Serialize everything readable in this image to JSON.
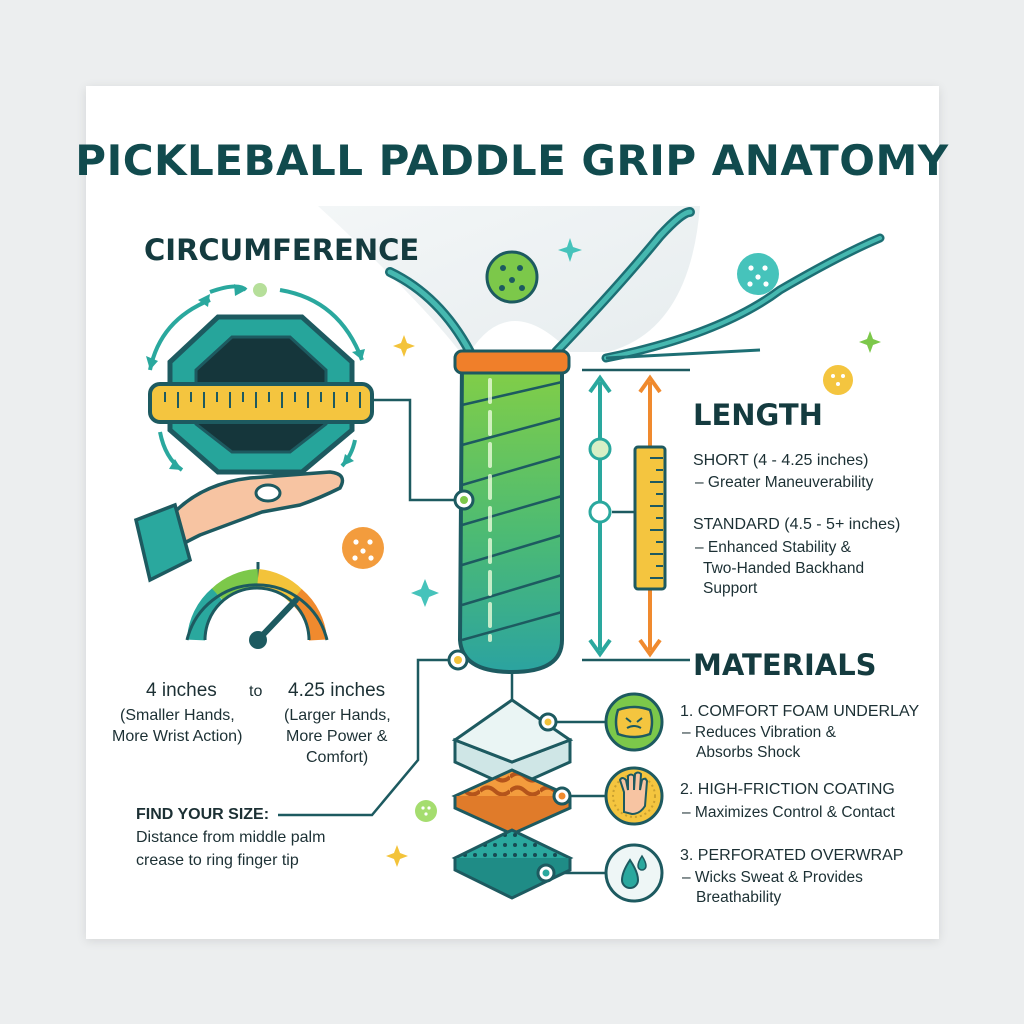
{
  "title": "PICKLEBALL PADDLE GRIP ANATOMY",
  "circumference": {
    "heading": "CIRCUMFERENCE",
    "min_size": "4 inches",
    "connector": "to",
    "max_size": "4.25 inches",
    "min_note_line1": "(Smaller Hands,",
    "min_note_line2": "More Wrist Action)",
    "max_note_line1": "(Larger Hands,",
    "max_note_line2": "More Power &",
    "max_note_line3": "Comfort)",
    "find_heading": "FIND YOUR SIZE:",
    "find_line1": "Distance from middle palm",
    "find_line2": "crease to ring finger tip"
  },
  "length": {
    "heading": "LENGTH",
    "short_label": "SHORT (4 - 4.25 inches)",
    "short_note": "– Greater Maneuverability",
    "standard_label": "STANDARD (4.5 - 5+ inches)",
    "standard_note_line1": "– Enhanced Stability &",
    "standard_note_line2": "Two-Handed Backhand",
    "standard_note_line3": "Support"
  },
  "materials": {
    "heading": "MATERIALS",
    "items": [
      {
        "label": "1. COMFORT FOAM UNDERLAY",
        "note_line1": "– Reduces Vibration &",
        "note_line2": "Absorbs Shock",
        "icon": "foam-pillow-icon"
      },
      {
        "label": "2. HIGH-FRICTION COATING",
        "note_line1": "– Maximizes Control & Contact",
        "note_line2": "",
        "icon": "hand-icon"
      },
      {
        "label": "3. PERFORATED OVERWRAP",
        "note_line1": "– Wicks Sweat & Provides",
        "note_line2": "Breathability",
        "icon": "water-drop-icon"
      }
    ]
  },
  "colors": {
    "teal": "#2aa89e",
    "dark_teal": "#1d5a60",
    "green": "#7cc84a",
    "orange": "#f08a2e",
    "yellow": "#f3c33a",
    "navy_text": "#143b3f"
  }
}
